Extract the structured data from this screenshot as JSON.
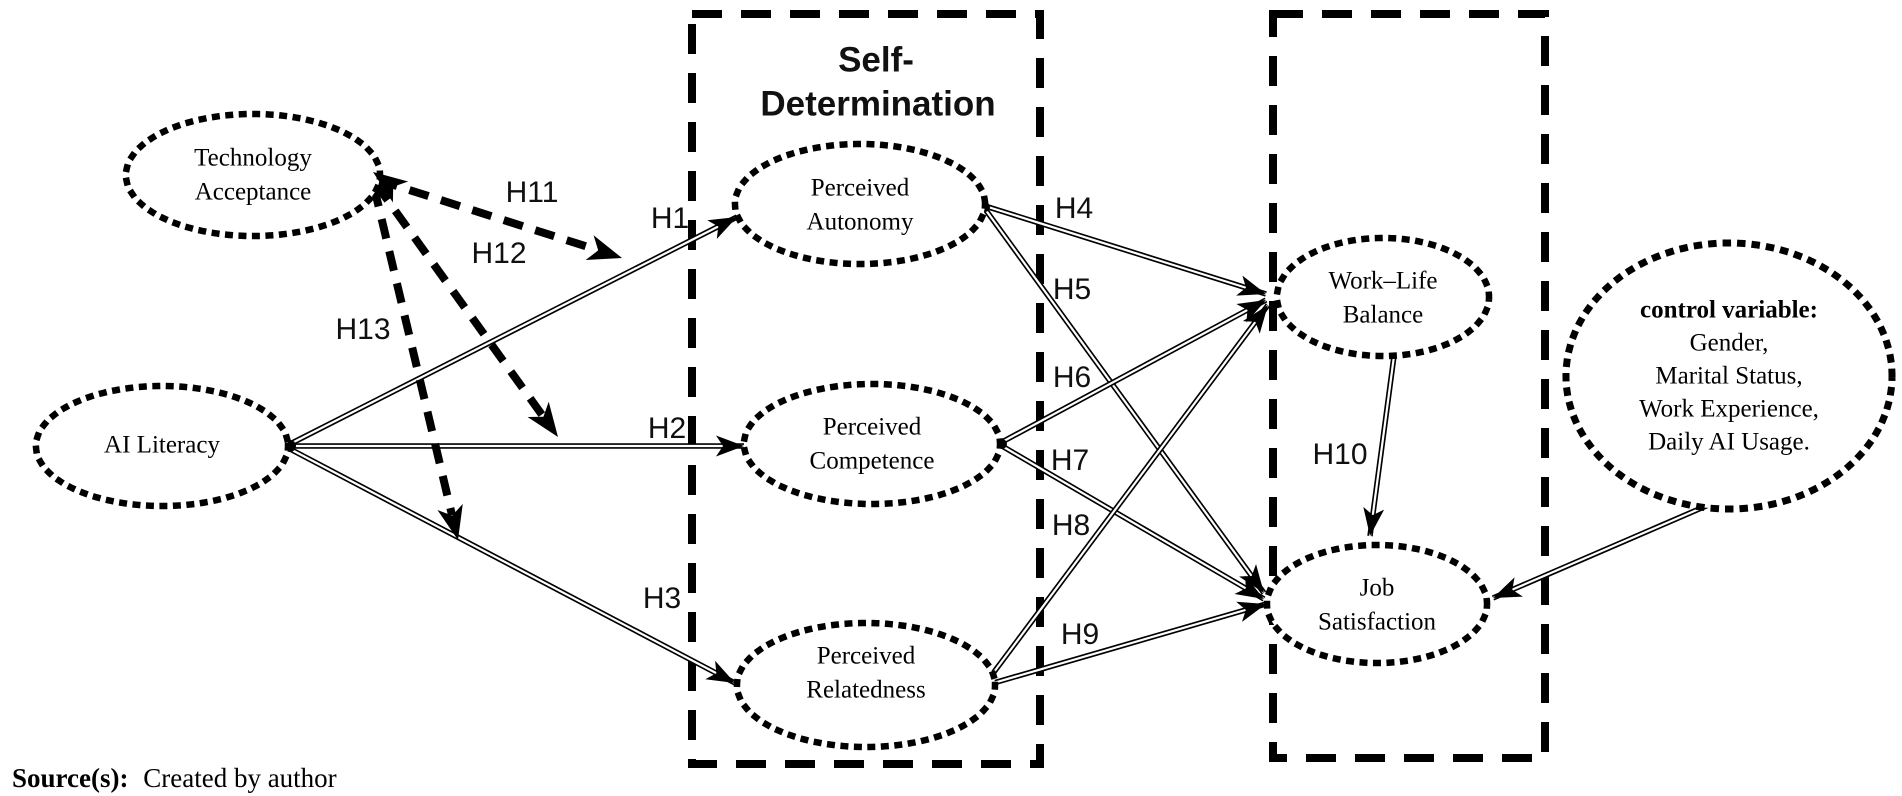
{
  "sd_box": {
    "title_line1": "Self-",
    "title_line2": "Determination"
  },
  "nodes": {
    "technology_acceptance": {
      "line1": "Technology",
      "line2": "Acceptance"
    },
    "ai_literacy": {
      "line1": "AI Literacy"
    },
    "perceived_autonomy": {
      "line1": "Perceived",
      "line2": "Autonomy"
    },
    "perceived_competence": {
      "line1": "Perceived",
      "line2": "Competence"
    },
    "perceived_relatedness": {
      "line1": "Perceived",
      "line2": "Relatedness"
    },
    "work_life_balance": {
      "line1": "Work–Life",
      "line2": "Balance"
    },
    "job_satisfaction": {
      "line1": "Job",
      "line2": "Satisfaction"
    },
    "control_variable": {
      "line1": "control variable:",
      "line2": "Gender,",
      "line3": "Marital Status,",
      "line4": "Work Experience,",
      "line5": "Daily AI Usage."
    }
  },
  "hypotheses": {
    "h1": "H1",
    "h2": "H2",
    "h3": "H3",
    "h4": "H4",
    "h5": "H5",
    "h6": "H6",
    "h7": "H7",
    "h8": "H8",
    "h9": "H9",
    "h10": "H10",
    "h11": "H11",
    "h12": "H12",
    "h13": "H13"
  },
  "edges": [
    {
      "from": "AI Literacy",
      "to": "Perceived Autonomy",
      "hypothesis": "H1",
      "style": "solid"
    },
    {
      "from": "AI Literacy",
      "to": "Perceived Competence",
      "hypothesis": "H2",
      "style": "solid"
    },
    {
      "from": "AI Literacy",
      "to": "Perceived Relatedness",
      "hypothesis": "H3",
      "style": "solid"
    },
    {
      "from": "Perceived Autonomy",
      "to": "Work–Life Balance",
      "hypothesis": "H4",
      "style": "solid"
    },
    {
      "from": "Perceived Autonomy",
      "to": "Job Satisfaction",
      "hypothesis": "H5",
      "style": "solid"
    },
    {
      "from": "Perceived Competence",
      "to": "Work–Life Balance",
      "hypothesis": "H6",
      "style": "solid"
    },
    {
      "from": "Perceived Competence",
      "to": "Job Satisfaction",
      "hypothesis": "H7",
      "style": "solid"
    },
    {
      "from": "Perceived Relatedness",
      "to": "Work–Life Balance",
      "hypothesis": "H8",
      "style": "solid"
    },
    {
      "from": "Perceived Relatedness",
      "to": "Job Satisfaction",
      "hypothesis": "H9",
      "style": "solid"
    },
    {
      "from": "Work–Life Balance",
      "to": "Job Satisfaction",
      "hypothesis": "H10",
      "style": "solid"
    },
    {
      "from": "Technology Acceptance",
      "to": "H1 path",
      "hypothesis": "H11",
      "style": "dashed"
    },
    {
      "from": "Technology Acceptance",
      "to": "H2 path",
      "hypothesis": "H12",
      "style": "dashed"
    },
    {
      "from": "Technology Acceptance",
      "to": "H3 path",
      "hypothesis": "H13",
      "style": "dashed"
    },
    {
      "from": "control variable",
      "to": "Job Satisfaction",
      "hypothesis": "",
      "style": "solid"
    }
  ],
  "source_note": {
    "label": "Source(s):",
    "text": "Created by author"
  },
  "colors": {
    "ink": "#000000",
    "paper": "#ffffff"
  }
}
